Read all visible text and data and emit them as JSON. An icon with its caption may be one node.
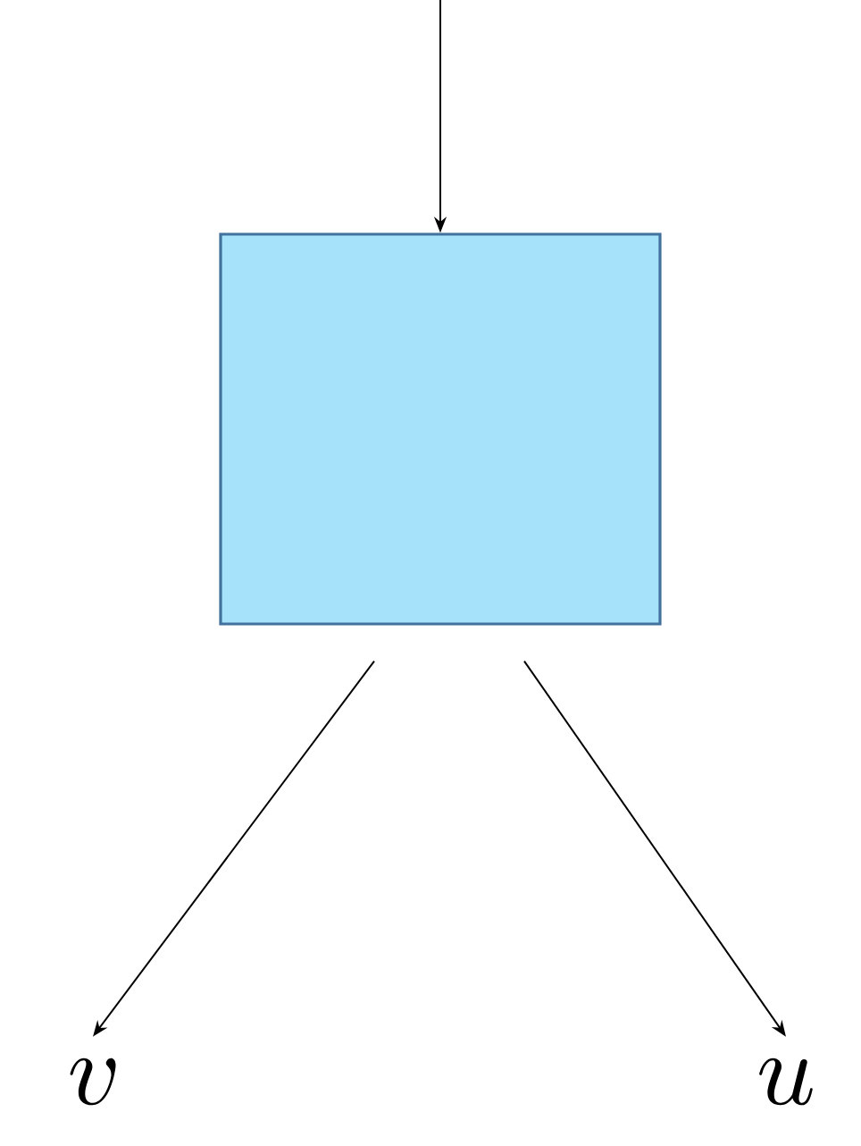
{
  "diagram": {
    "nodes": [
      {
        "text": [],
        "shape": "box"
      },
      {
        "text": [
          "v"
        ]
      },
      {
        "text": [
          "u"
        ]
      }
    ],
    "edges": [
      {
        "from": null,
        "to": 0,
        "arrow": "to"
      },
      {
        "from": 0,
        "to": 1,
        "arrow": "to"
      },
      {
        "from": 0,
        "to": 2,
        "arrow": "to"
      }
    ]
  }
}
